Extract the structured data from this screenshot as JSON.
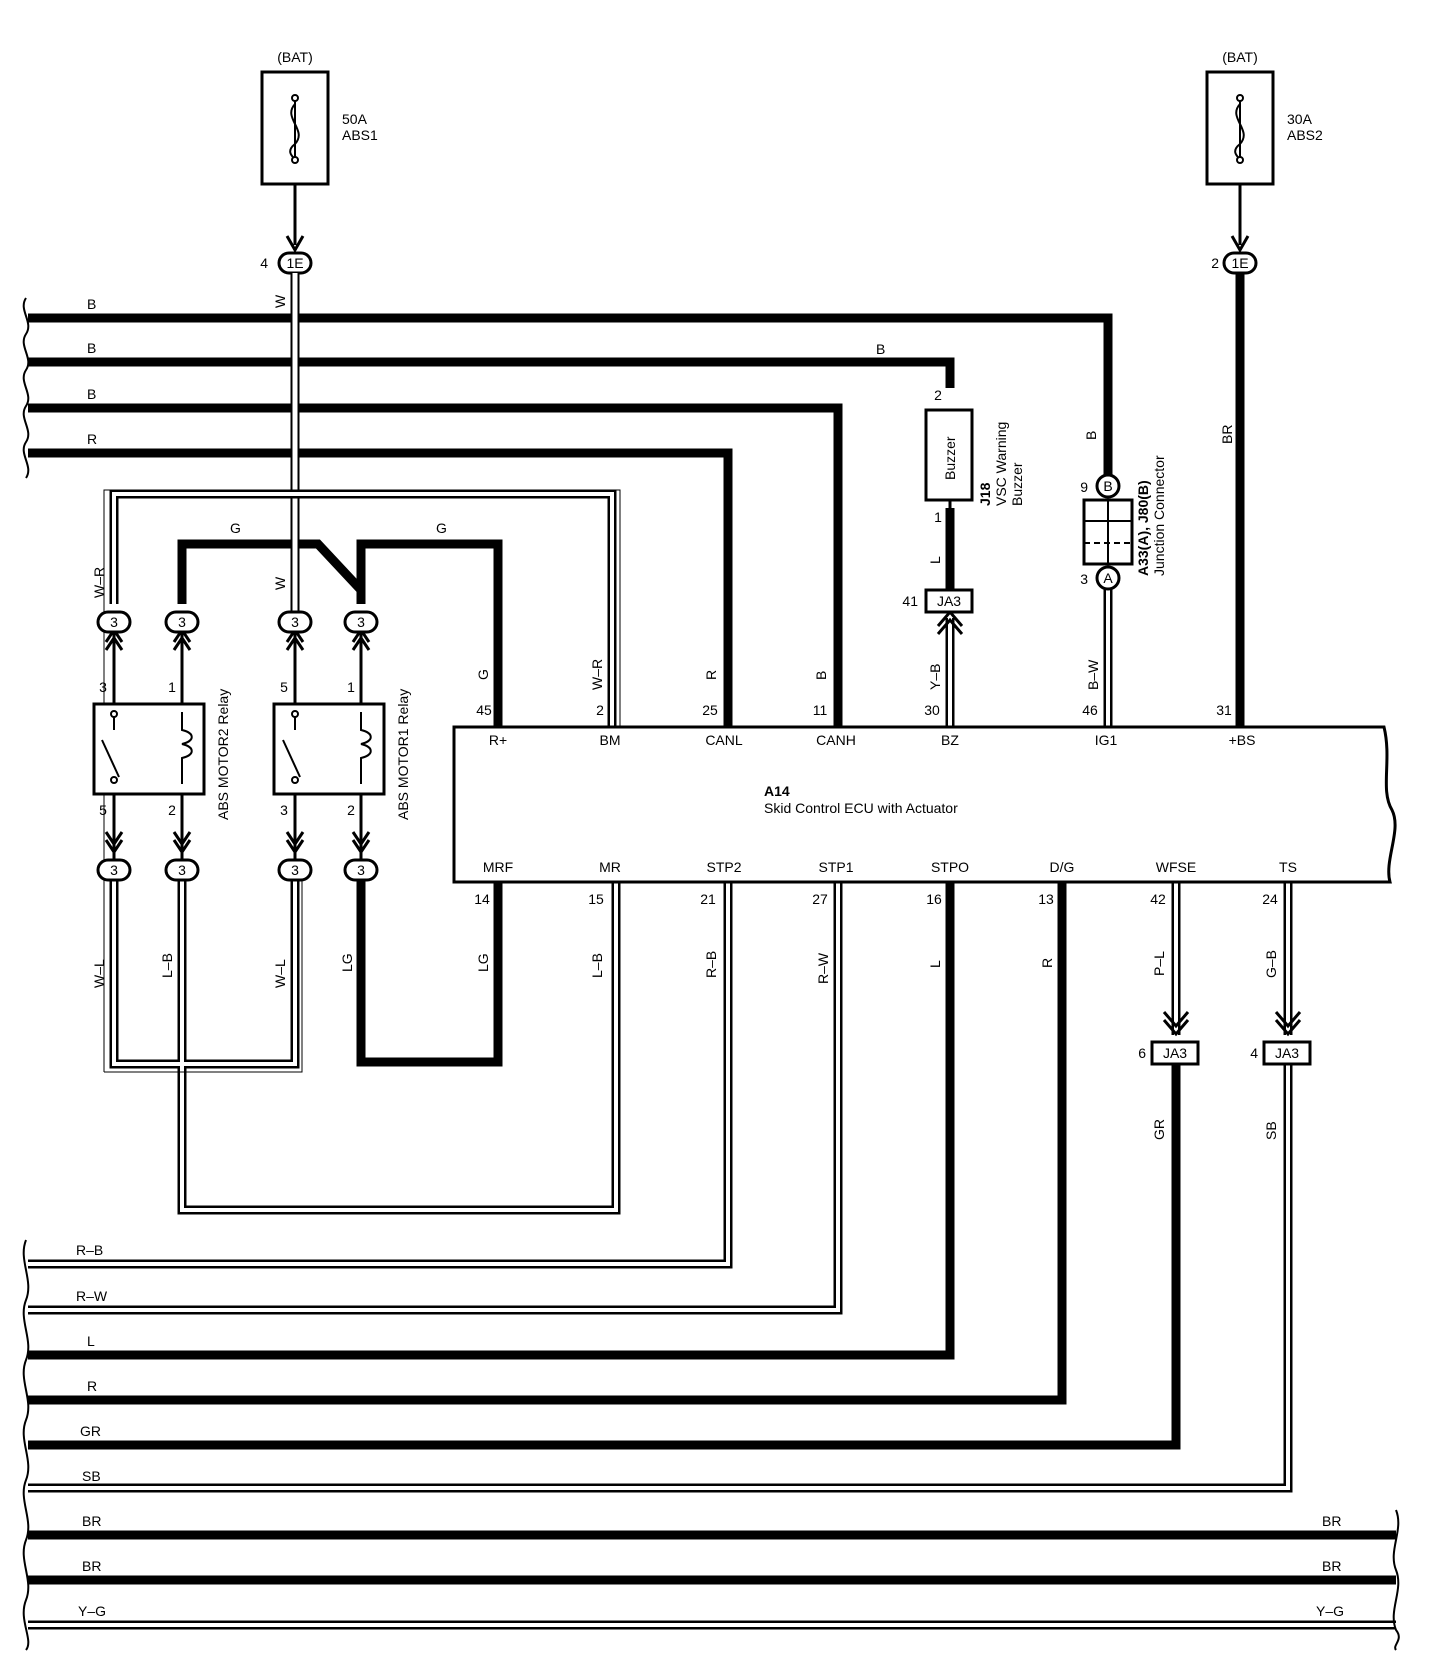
{
  "fuses": [
    {
      "source": "(BAT)",
      "rating": "50A",
      "name": "ABS1"
    },
    {
      "source": "(BAT)",
      "rating": "30A",
      "name": "ABS2"
    }
  ],
  "connectors": {
    "c1e": "1E",
    "c3": "3",
    "ja3": "JA3",
    "jcA": "A",
    "jcB": "B"
  },
  "ecu": {
    "id": "A14",
    "name": "Skid Control ECU with Actuator",
    "top_terminals": [
      {
        "pin": "45",
        "name": "R+",
        "wire": "G"
      },
      {
        "pin": "2",
        "name": "BM",
        "wire": "W–R"
      },
      {
        "pin": "25",
        "name": "CANL",
        "wire": "R"
      },
      {
        "pin": "11",
        "name": "CANH",
        "wire": "B"
      },
      {
        "pin": "30",
        "name": "BZ",
        "wire": "Y–B"
      },
      {
        "pin": "46",
        "name": "IG1",
        "wire": "B–W"
      },
      {
        "pin": "31",
        "name": "+BS",
        "wire": ""
      }
    ],
    "bottom_terminals": [
      {
        "pin": "14",
        "name": "MRF",
        "wire": "LG"
      },
      {
        "pin": "15",
        "name": "MR",
        "wire": "L–B"
      },
      {
        "pin": "21",
        "name": "STP2",
        "wire": "R–B"
      },
      {
        "pin": "27",
        "name": "STP1",
        "wire": "R–W"
      },
      {
        "pin": "16",
        "name": "STPO",
        "wire": "L"
      },
      {
        "pin": "13",
        "name": "D/G",
        "wire": "R"
      },
      {
        "pin": "42",
        "name": "WFSE",
        "wire": "P–L"
      },
      {
        "pin": "24",
        "name": "TS",
        "wire": "G–B"
      }
    ]
  },
  "buzzer": {
    "label": "Buzzer",
    "id": "J18",
    "name_line1": "VSC Warning",
    "name_line2": "Buzzer",
    "pin_top": "2",
    "pin_bottom": "1"
  },
  "junction": {
    "id": "A33(A), J80(B)",
    "name": "Junction Connector",
    "pin_b": "9",
    "pin_a": "3"
  },
  "relays": [
    {
      "name": "ABS MOTOR2 Relay",
      "pins": [
        "3",
        "1",
        "5",
        "2"
      ]
    },
    {
      "name": "ABS MOTOR1 Relay",
      "pins": [
        "5",
        "1",
        "3",
        "2"
      ]
    }
  ],
  "pins": {
    "fuse1_conn": "4",
    "fuse2_conn": "2",
    "buzzer_ja3": "41",
    "wfse_ja3": "6",
    "ts_ja3": "4"
  },
  "wire_labels": {
    "w": "W",
    "br": "BR",
    "b": "B",
    "l": "L",
    "g": "G",
    "wr": "W–R",
    "wl": "W–L",
    "lb": "L–B",
    "lg": "LG",
    "gr": "GR",
    "sb": "SB"
  },
  "left_upper_bus": [
    "B",
    "B",
    "B",
    "R"
  ],
  "left_lower_bus": [
    "R–B",
    "R–W",
    "L",
    "R",
    "GR",
    "SB",
    "BR",
    "BR",
    "Y–G"
  ],
  "right_bus": [
    "BR",
    "BR",
    "Y–G"
  ]
}
